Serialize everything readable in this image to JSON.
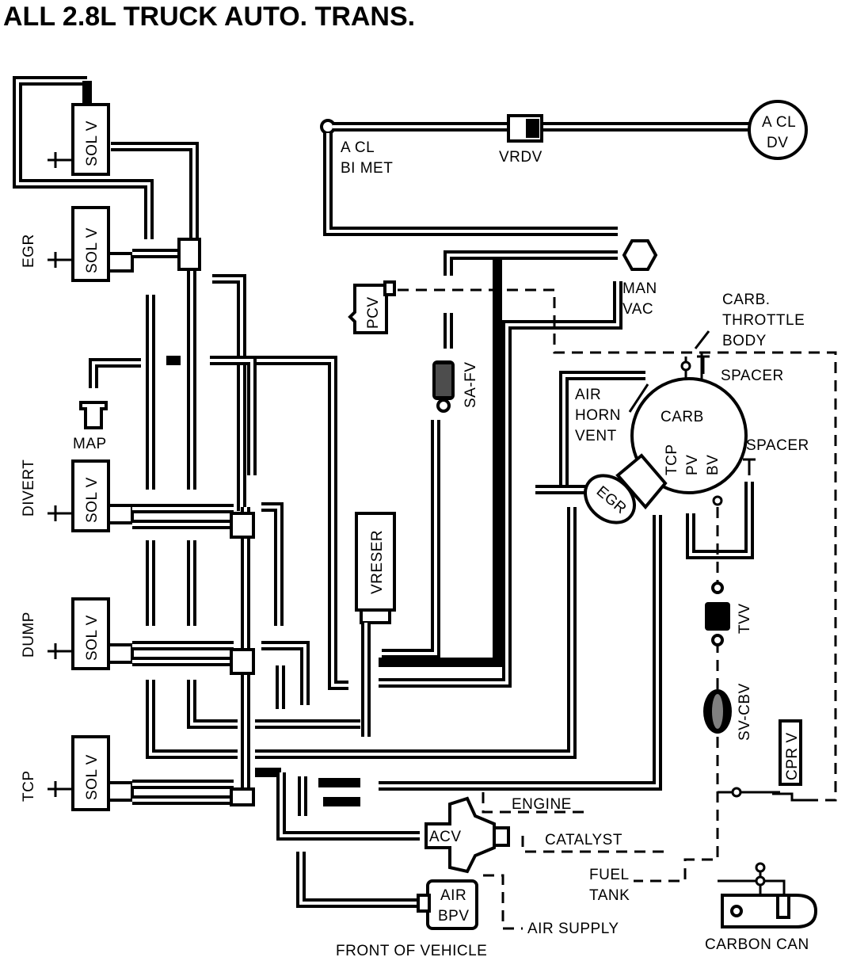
{
  "title": "ALL 2.8L TRUCK AUTO. TRANS.",
  "components": {
    "sol_v": "SOL V",
    "vrdv": "VRDV",
    "a_cl_bimet_1": "A CL",
    "a_cl_bimet_2": "BI MET",
    "a_cl_dv_1": "A CL",
    "a_cl_dv_2": "DV",
    "man_vac_1": "MAN",
    "man_vac_2": "VAC",
    "pcv": "PCV",
    "sa_fv": "SA-FV",
    "map": "MAP",
    "vreser": "VRESER",
    "carb": "CARB",
    "tcp": "TCP",
    "pv": "PV",
    "bv": "BV",
    "egr": "EGR",
    "tvv": "TVV",
    "sv_cbv": "SV-CBV",
    "cpr_v": "CPR V",
    "acv": "ACV",
    "air_bpv_1": "AIR",
    "air_bpv_2": "BPV",
    "carbon_can": "CARBON CAN"
  },
  "labels": {
    "egr": "EGR",
    "divert": "DIVERT",
    "dump": "DUMP",
    "tcp": "TCP",
    "carb_throttle_body_1": "CARB.",
    "carb_throttle_body_2": "THROTTLE",
    "carb_throttle_body_3": "BODY",
    "spacer_1": "SPACER",
    "spacer_2": "SPACER",
    "air_horn_vent_1": "AIR",
    "air_horn_vent_2": "HORN",
    "air_horn_vent_3": "VENT",
    "engine": "ENGINE",
    "catalyst": "CATALYST",
    "fuel_tank_1": "FUEL",
    "fuel_tank_2": "TANK",
    "air_supply": "AIR SUPPLY",
    "front_of_vehicle": "FRONT OF VEHICLE"
  }
}
